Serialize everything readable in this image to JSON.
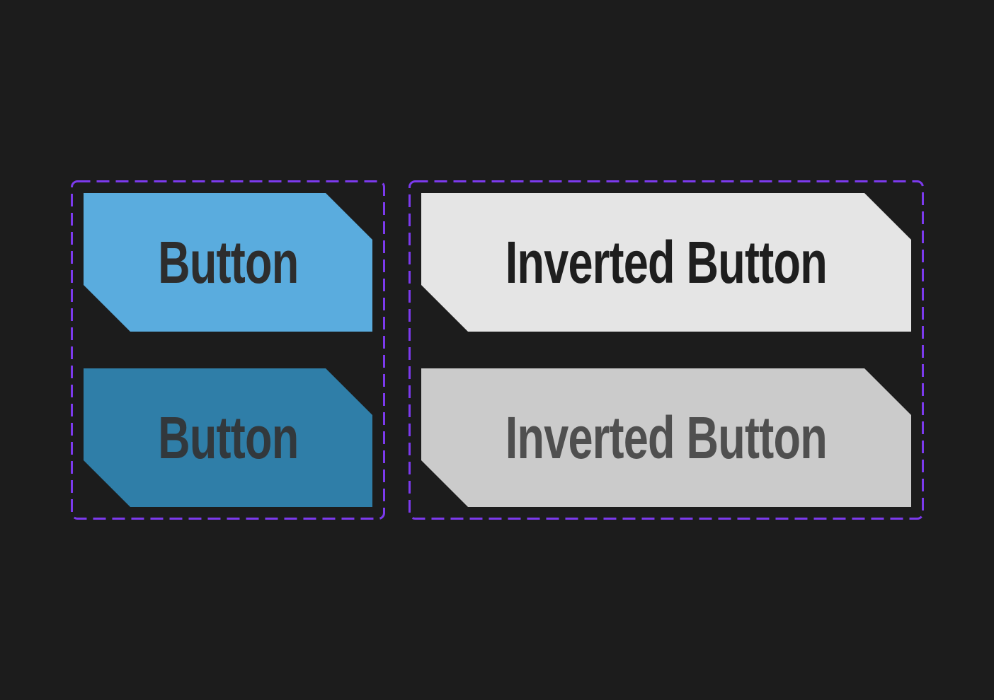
{
  "background": "#1c1c1c",
  "groups": [
    {
      "id": "primary-buttons",
      "border_color": "#7c3aed",
      "buttons": [
        {
          "label": "Button",
          "bg": "#5aacde",
          "fg": "#2d2d2d"
        },
        {
          "label": "Button",
          "bg": "#2f7ea8",
          "fg": "#32383c"
        }
      ]
    },
    {
      "id": "inverted-buttons",
      "border_color": "#7c3aed",
      "buttons": [
        {
          "label": "Inverted Button",
          "bg": "#e5e5e5",
          "fg": "#1e1e1e"
        },
        {
          "label": "Inverted Button",
          "bg": "#cbcbcb",
          "fg": "#4f4f4f"
        }
      ]
    }
  ]
}
